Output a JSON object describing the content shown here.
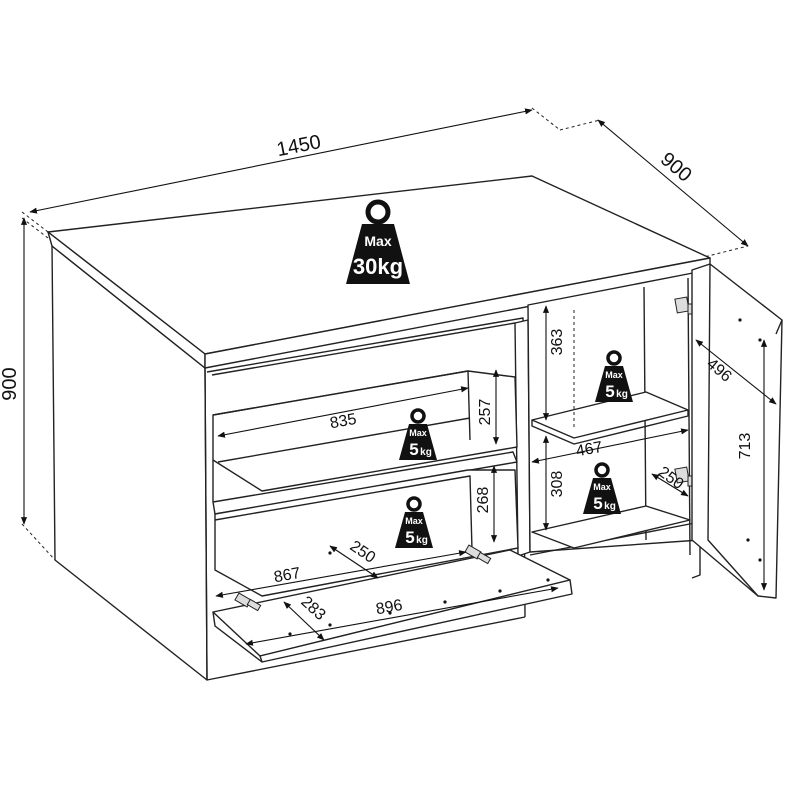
{
  "dimensions": {
    "width": "1450",
    "depth": "900",
    "height": "900",
    "drawer_inner_width": "835",
    "drawer_inner_height": "257",
    "lower_inner_height": "268",
    "flap_depth_left": "250",
    "flap_inner_width": "867",
    "flap_depth_front": "283",
    "flap_width": "896",
    "cabinet_upper_height": "363",
    "cabinet_width": "467",
    "cabinet_lower_height": "308",
    "cabinet_shelf_depth": "250",
    "door_width": "496",
    "door_height": "713"
  },
  "weights": {
    "top": {
      "line1": "Max",
      "line2": "30kg"
    },
    "drawer_shelf": {
      "line1": "Max",
      "line2": "5",
      "unit": "kg"
    },
    "lower_shelf": {
      "line1": "Max",
      "line2": "5",
      "unit": "kg"
    },
    "cabinet_upper": {
      "line1": "Max",
      "line2": "5",
      "unit": "kg"
    },
    "cabinet_lower": {
      "line1": "Max",
      "line2": "5",
      "unit": "kg"
    }
  }
}
